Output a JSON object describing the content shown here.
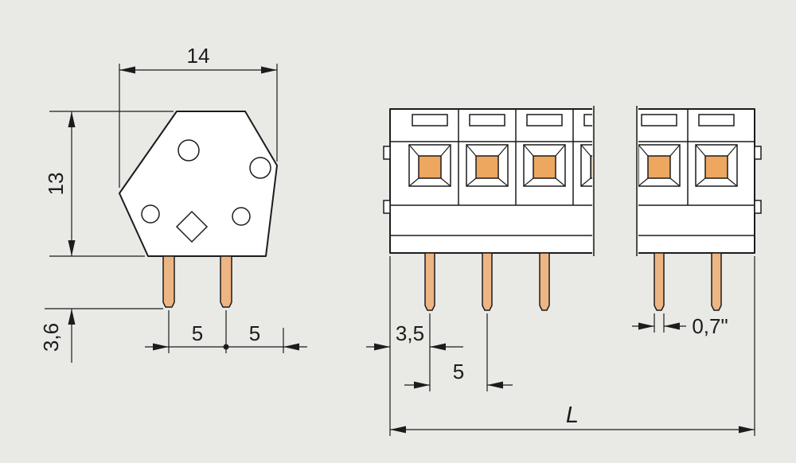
{
  "colors": {
    "background": "#e9eae6",
    "line": "#1c1c1c",
    "body_fill": "#ffffff",
    "pin_fill": "#eeb584",
    "opening_fill": "#eda75f"
  },
  "side_view": {
    "dim_width": "14",
    "dim_height": "13",
    "dim_pin_length": "3,6",
    "dim_pin_pitch_a": "5",
    "dim_pin_pitch_b": "5"
  },
  "front_view": {
    "dim_edge_to_first_pin": "3,5",
    "dim_pin_pitch": "5",
    "dim_pin_width": "0,7\"",
    "dim_overall_length": "L"
  }
}
